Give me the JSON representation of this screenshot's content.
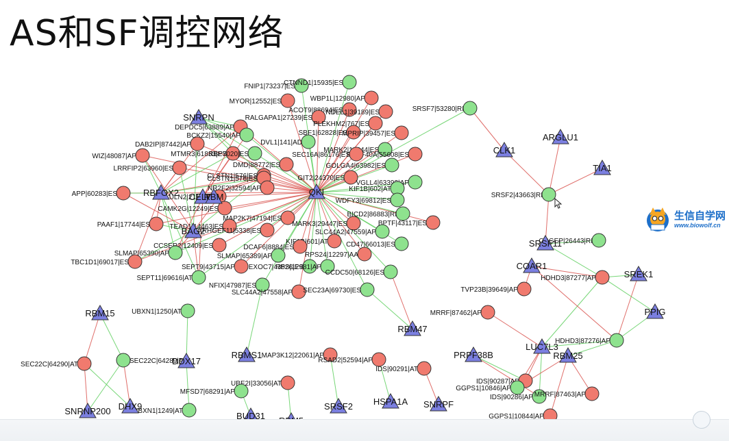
{
  "slide": {
    "title": "AS和SF调控网络"
  },
  "logo": {
    "name": "生信自学网",
    "url": "www.biowolf.cn"
  },
  "colors": {
    "triangle": "#7b7fe0",
    "green": "#8ee28e",
    "red": "#f07a6e",
    "edge_green": "#5fcf5f",
    "edge_red": "#d9534f"
  },
  "network": {
    "sf_nodes": [
      "SNRPN",
      "RBFOX2",
      "CELF2",
      "RBM",
      "BAG2",
      "QKI",
      "CLK1",
      "ARGLU1",
      "TIA1",
      "SRSF11",
      "COAR1",
      "SREK1",
      "PPIG",
      "LUC7L3",
      "RBM25",
      "PRPF38B",
      "RBM47",
      "RBM15",
      "DDX17",
      "RBMS1",
      "SNRNP200",
      "DHX9",
      "BUD31",
      "RBM5",
      "SRSF2",
      "HSPA1A",
      "SNRPF"
    ],
    "as_nodes": [
      {
        "label": "FNIP1|73237|ES",
        "c": "g"
      },
      {
        "label": "CTNND1|15935|ES",
        "c": "g"
      },
      {
        "label": "MYOR|12552|ES",
        "c": "r"
      },
      {
        "label": "WBP1L|12980|AP",
        "c": "r"
      },
      {
        "label": "ACOT9|88694|ES",
        "c": "r"
      },
      {
        "label": "NDEL1|39189|ES",
        "c": "r"
      },
      {
        "label": "SRSF7|53280|RI",
        "c": "g"
      },
      {
        "label": "RALGAPA1|27239|ES",
        "c": "r"
      },
      {
        "label": "PLEKHM2|767|ES",
        "c": "r"
      },
      {
        "label": "DEPDC5|63889|AP",
        "c": "r"
      },
      {
        "label": "SBF1|62828|ES",
        "c": "r"
      },
      {
        "label": "MPRIP|39457|ES",
        "c": "r"
      },
      {
        "label": "BCKZ2|15540|AP",
        "c": "g"
      },
      {
        "label": "DVL1|141|AD",
        "c": "g"
      },
      {
        "label": "DAB2IP|87442|AP",
        "c": "r"
      },
      {
        "label": "MARK2|16644|ES",
        "c": "g"
      },
      {
        "label": "PRPF40A|55608|ES",
        "c": "r"
      },
      {
        "label": "MTMR3|61833|ES",
        "c": "r"
      },
      {
        "label": "RBP7020|ES",
        "c": "g"
      },
      {
        "label": "SEC16A|86176|ES",
        "c": "r"
      },
      {
        "label": "WIZ|48087|AP",
        "c": "r"
      },
      {
        "label": "DMD|88772|ES",
        "c": "r"
      },
      {
        "label": "GOLGA4|63982|ES",
        "c": "g"
      },
      {
        "label": "LRRFIP2|63960|ES",
        "c": "r"
      },
      {
        "label": "CLSTN1|576|ES",
        "c": "r"
      },
      {
        "label": "GIT2|24370|ES",
        "c": "r"
      },
      {
        "label": "VGLL4|63393|AP",
        "c": "g"
      },
      {
        "label": "CLSTN1|576|ES",
        "c": "r"
      },
      {
        "label": "NR2F2|32594|AP",
        "c": "r"
      },
      {
        "label": "KIF1B|602|AT",
        "c": "g"
      },
      {
        "label": "APP|60283|ES",
        "c": "r"
      },
      {
        "label": "ULN2|2114|AT",
        "c": "r"
      },
      {
        "label": "WDFY3|69812|ES",
        "c": "g"
      },
      {
        "label": "CAMK2G|12249|ES",
        "c": "r"
      },
      {
        "label": "BICD2|86883|RI",
        "c": "g"
      },
      {
        "label": "MAP2K7|47194|ES",
        "c": "r"
      },
      {
        "label": "BPTF|43117|ES",
        "c": "r"
      },
      {
        "label": "PAAF1|17744|ES",
        "c": "r"
      },
      {
        "label": "TEAD1|14463|ES",
        "c": "r"
      },
      {
        "label": "MARK3|29447|ES",
        "c": "r"
      },
      {
        "label": "ARHGEF11|5338|ES",
        "c": "r"
      },
      {
        "label": "SLC44A2|47559|AP",
        "c": "g"
      },
      {
        "label": "KIF1B|601|AT",
        "c": "r"
      },
      {
        "label": "CCSER2|12409|ES",
        "c": "r"
      },
      {
        "label": "CD47|66013|ES",
        "c": "g"
      },
      {
        "label": "DCAF6|8884|ES",
        "c": "r"
      },
      {
        "label": "SLMAP|65390|AP",
        "c": "g"
      },
      {
        "label": "SLMAP|65389|AP",
        "c": "g"
      },
      {
        "label": "RPS24|12297|AA",
        "c": "r"
      },
      {
        "label": "TBC1D1|69017|ES",
        "c": "r"
      },
      {
        "label": "SEPT9|43715|AP",
        "c": "r"
      },
      {
        "label": "EXOC7|43526|ES",
        "c": "g"
      },
      {
        "label": "RPS|12981|AP",
        "c": "g"
      },
      {
        "label": "SEPT11|69616|AT",
        "c": "g"
      },
      {
        "label": "CCDC50|68126|ES",
        "c": "g"
      },
      {
        "label": "NFIX|47987|ES",
        "c": "g"
      },
      {
        "label": "SLC44A2|47558|AP",
        "c": "r"
      },
      {
        "label": "SEC23A|69730|ES",
        "c": "g"
      },
      {
        "label": "OSGEP|26443|RI",
        "c": "g"
      },
      {
        "label": "SRSF2|43663|RI",
        "c": "g"
      },
      {
        "label": "TVP23B|39649|AP",
        "c": "r"
      },
      {
        "label": "HDHD3|87277|AP",
        "c": "r"
      },
      {
        "label": "UBXN1|1250|AT",
        "c": "g"
      },
      {
        "label": "MRRF|87462|AP",
        "c": "r"
      },
      {
        "label": "HDHD3|87276|AP",
        "c": "g"
      },
      {
        "label": "SEC22C|64289|AT",
        "c": "g"
      },
      {
        "label": "SEC22C|64290|AT",
        "c": "r"
      },
      {
        "label": "MAP3K12|22061|AP",
        "c": "r"
      },
      {
        "label": "RSAD2|52594|AP",
        "c": "r"
      },
      {
        "label": "IDS|90291|AT",
        "c": "r"
      },
      {
        "label": "IDS|90287|AP",
        "c": "r"
      },
      {
        "label": "UBE2I|33056|AT",
        "c": "r"
      },
      {
        "label": "GGPS1|10846|AP",
        "c": "g"
      },
      {
        "label": "MFSD7|68291|AP",
        "c": "g"
      },
      {
        "label": "IDS|90286|AP",
        "c": "g"
      },
      {
        "label": "MRRF|87463|AP",
        "c": "r"
      },
      {
        "label": "UBXN1|1249|AT",
        "c": "g"
      },
      {
        "label": "GGPS1|10844|AP",
        "c": "r"
      }
    ]
  }
}
